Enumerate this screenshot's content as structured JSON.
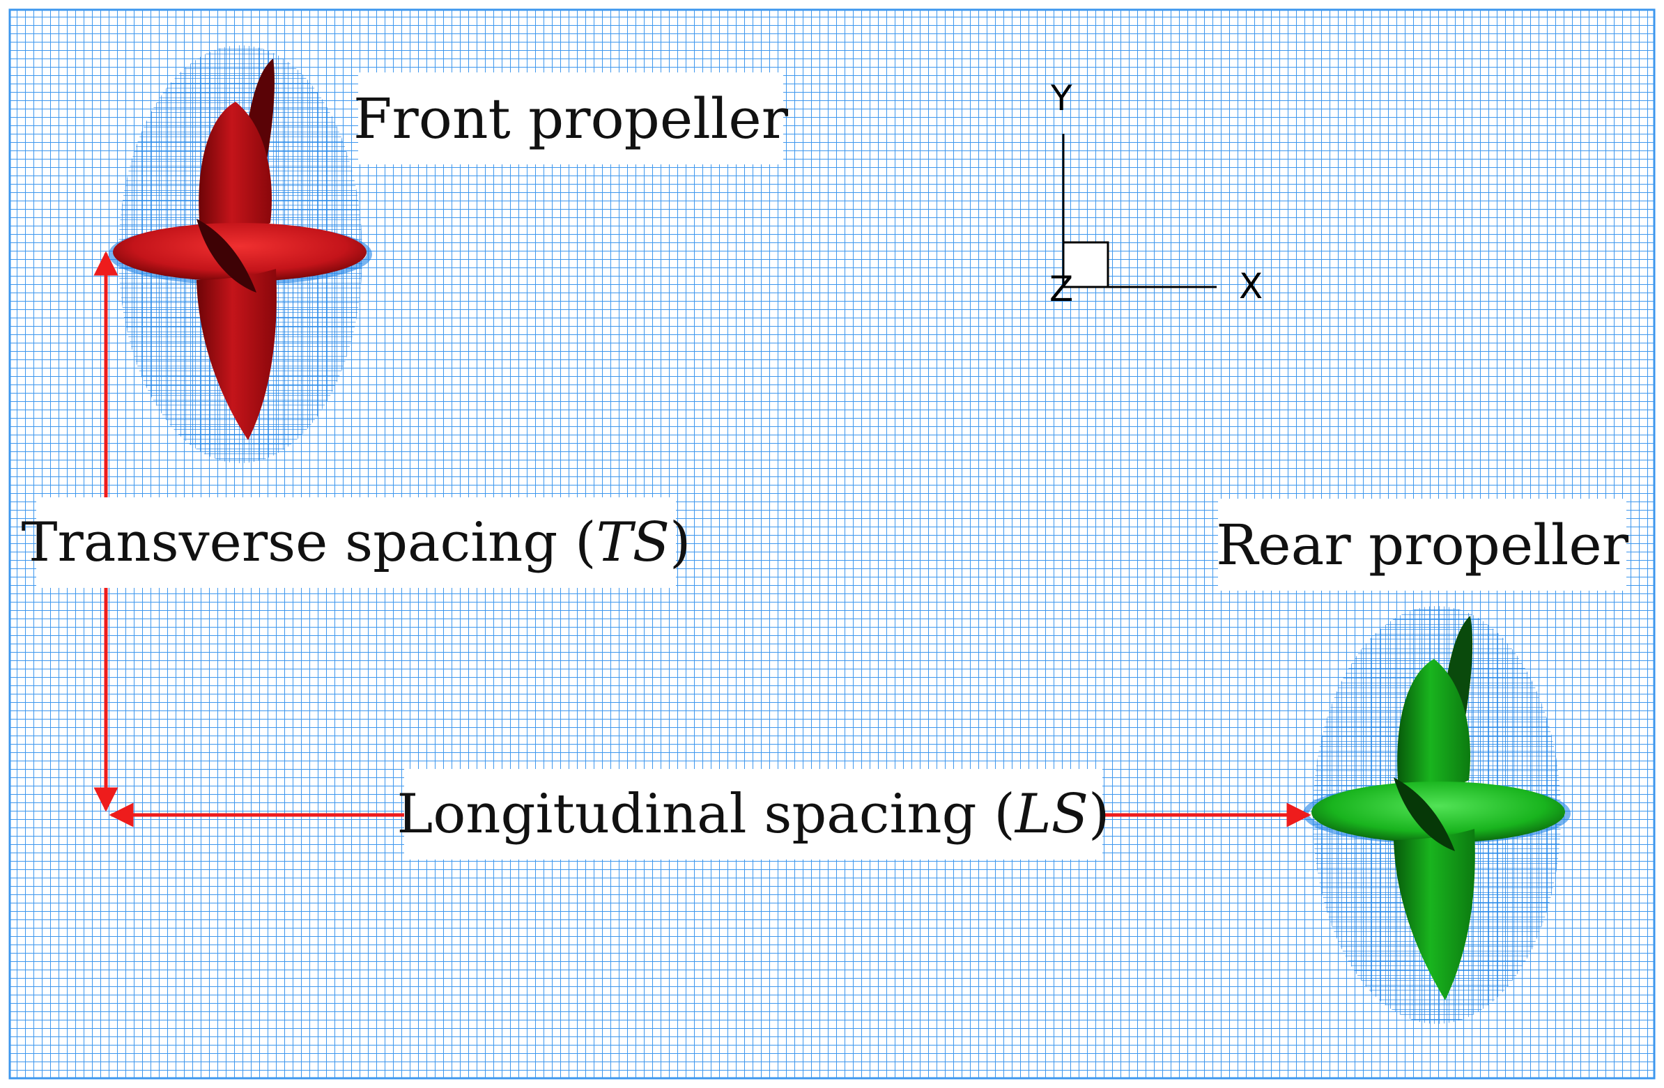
{
  "labels": {
    "front_propeller": "Front propeller",
    "rear_propeller": "Rear propeller",
    "transverse_spacing": {
      "text": "Transverse spacing (",
      "abbr": "TS",
      "close": ")"
    },
    "longitudinal_spacing": {
      "text": "Longitudinal spacing (",
      "abbr": "LS",
      "close": ")"
    }
  },
  "axes": {
    "y": "Y",
    "x": "X",
    "z": "Z"
  },
  "colors": {
    "mesh_line": "#3d97ee",
    "mesh_background": "#ffffff",
    "front_propeller": "#c4141a",
    "rear_propeller": "#19b41e",
    "spacing_arrow": "#ee1c1c",
    "refined_mesh": "#1e82e6"
  },
  "icons": {
    "front": "propeller-red-icon",
    "rear": "propeller-green-icon",
    "axis_triad": "coordinate-axes-icon"
  }
}
